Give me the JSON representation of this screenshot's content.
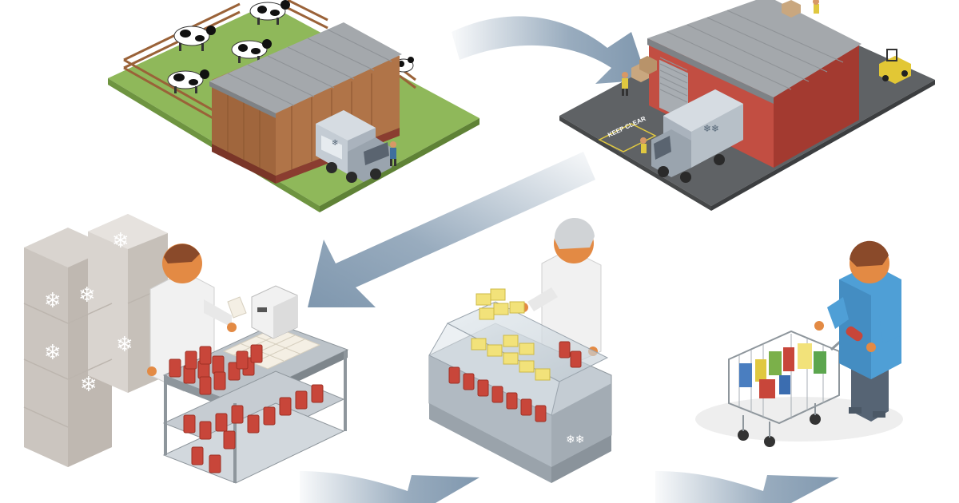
{
  "diagram": {
    "type": "supply-chain-flow",
    "stages": [
      {
        "id": "farm",
        "icon": "dairy-farm-icon"
      },
      {
        "id": "warehouse",
        "icon": "cold-storage-warehouse-icon"
      },
      {
        "id": "processing",
        "icon": "processing-counter-icon"
      },
      {
        "id": "retail-display",
        "icon": "refrigerated-display-icon"
      },
      {
        "id": "consumer",
        "icon": "shopper-with-cart-icon"
      }
    ],
    "floor_marking": "KEEP CLEAR",
    "colors": {
      "arrow": "#7f97ae",
      "grass": "#8fb85a",
      "barn_wood": "#b07448",
      "roof": "#a4a8ac",
      "warehouse_wall": "#b5453a",
      "asphalt": "#5f6265",
      "truck": "#aab3bd",
      "crate": "#d9d4cf",
      "can_red": "#c8463a",
      "shopper_shirt": "#4f9fd6",
      "shopper_pants": "#566474"
    }
  }
}
